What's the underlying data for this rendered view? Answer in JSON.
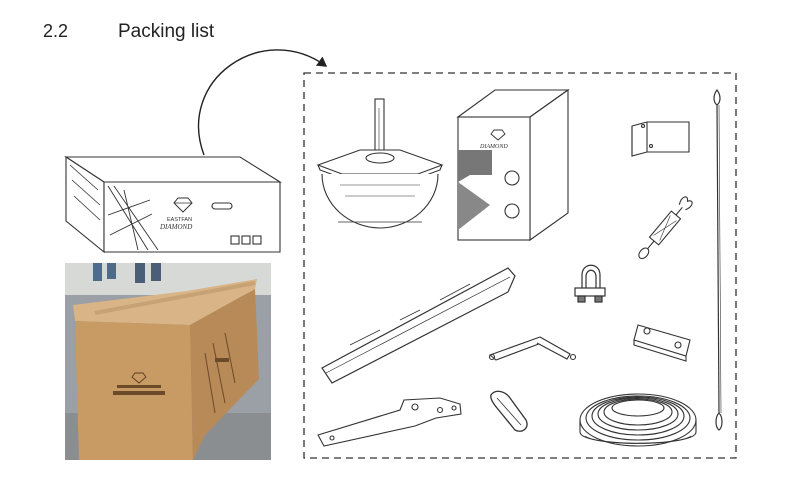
{
  "section": {
    "number": "2.2",
    "title": "Packing list"
  },
  "brand": {
    "line1": "EASTFAN",
    "line2": "DIAMOND"
  },
  "items": [
    "shipping-carton",
    "fan-motor-hub",
    "control-box",
    "mounting-bracket",
    "tension-cable",
    "turnbuckle",
    "u-bolt-clamp",
    "blade",
    "link-plate",
    "safety-arm",
    "cable-link",
    "blade-mount-plate",
    "cable-coil"
  ]
}
